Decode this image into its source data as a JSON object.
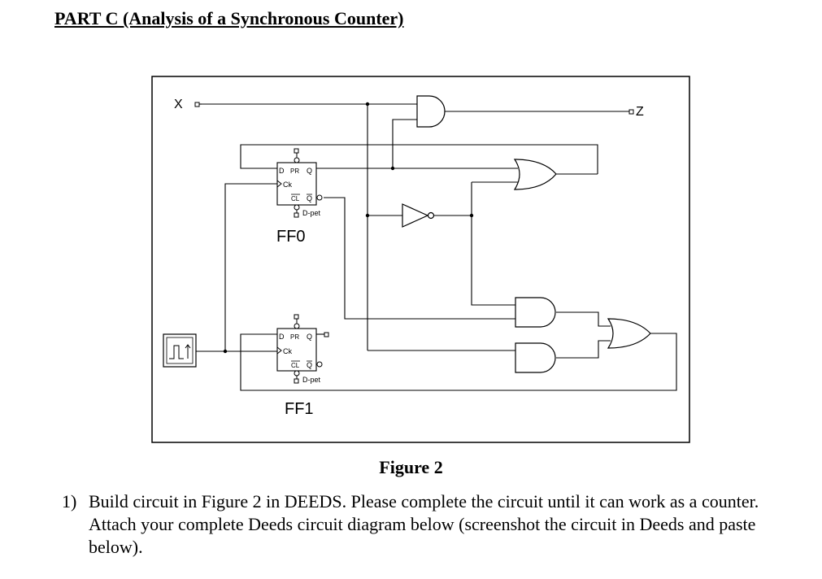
{
  "heading": "PART C (Analysis of a Synchronous Counter)",
  "diagram": {
    "input_label": "X",
    "output_label": "Z",
    "ff0": {
      "name": "FF0",
      "pin_d": "D",
      "pin_pr": "PR",
      "pin_q": "Q",
      "pin_ck": "Ck",
      "pin_cl": "CL",
      "pin_qbar": "Q",
      "type": "D-pet"
    },
    "ff1": {
      "name": "FF1",
      "pin_d": "D",
      "pin_pr": "PR",
      "pin_q": "Q",
      "pin_ck": "Ck",
      "pin_cl": "CL",
      "pin_qbar": "Q",
      "type": "D-pet"
    },
    "clock_icon": "clock-source-icon"
  },
  "figure_caption": "Figure 2",
  "question": {
    "number": "1)",
    "text": "Build circuit in Figure 2 in DEEDS. Please complete the circuit until it can work as a counter.  Attach your complete Deeds circuit diagram below (screenshot the circuit in Deeds and paste below)."
  }
}
